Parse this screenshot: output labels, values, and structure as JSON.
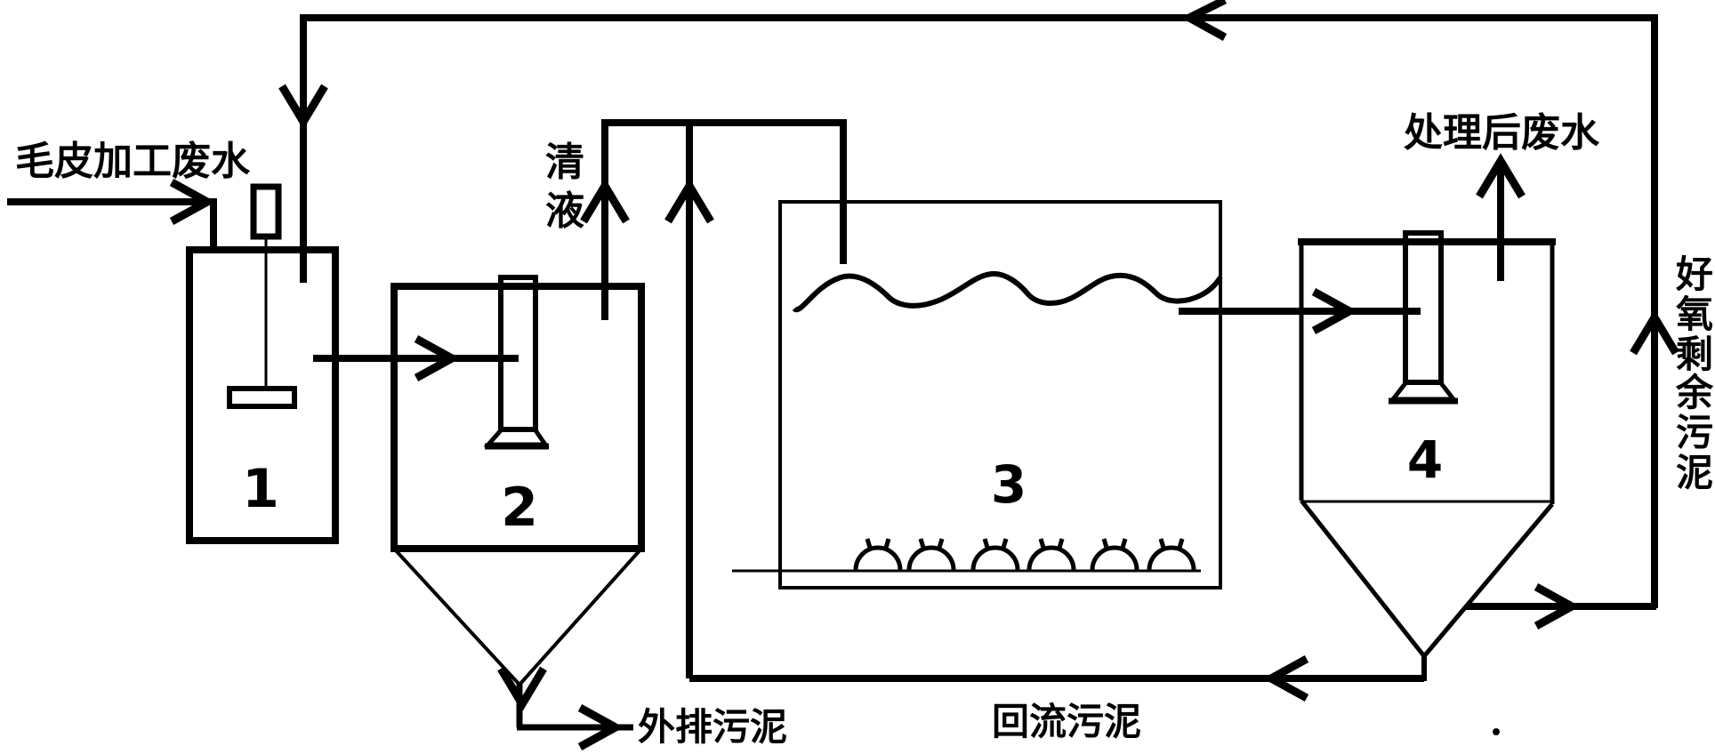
{
  "colors": {
    "line": "#000000",
    "background": "#ffffff"
  },
  "tanks": [
    {
      "number": "1"
    },
    {
      "number": "2"
    },
    {
      "number": "3"
    },
    {
      "number": "4"
    }
  ],
  "labels": {
    "influent": "毛皮加工废水",
    "clarified_liquid": "清液",
    "clarified_liquid_chars": [
      "清",
      "液"
    ],
    "treated_effluent": "处理后废水",
    "aerobic_excess_sludge": "好氧剩余污泥",
    "aerobic_excess_sludge_chars": [
      "好",
      "氧",
      "剩",
      "余",
      "污",
      "泥"
    ],
    "discharged_sludge": "外排污泥",
    "return_sludge": "回流污泥"
  }
}
